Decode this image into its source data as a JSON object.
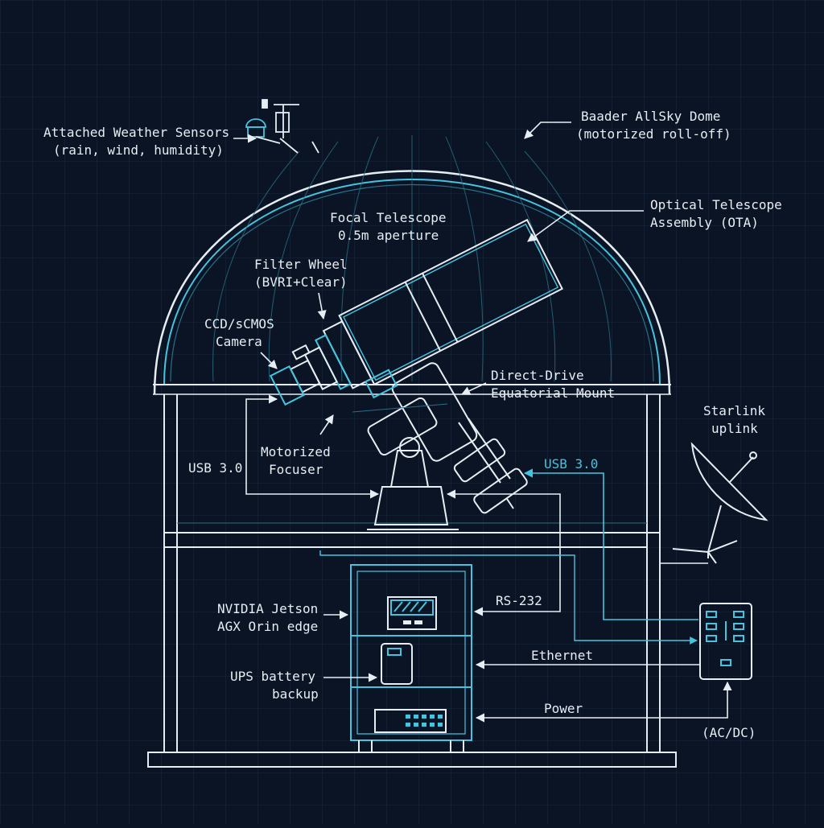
{
  "colors": {
    "background": "#0b1424",
    "grid": "#1a2a3e",
    "line_white": "#e6edf3",
    "line_cyan": "#45c4e0",
    "line_cyan_dim": "#2a6f86"
  },
  "labels": {
    "weather_sensors_1": "Attached Weather Sensors",
    "weather_sensors_2": "(rain, wind, humidity)",
    "dome_1": "Baader AllSky Dome",
    "dome_2": "(motorized roll-off)",
    "ota_1": "Optical Telescope",
    "ota_2": "Assembly (OTA)",
    "telescope_1": "Focal Telescope",
    "telescope_2": "0.5m aperture",
    "filter_1": "Filter Wheel",
    "filter_2": "(BVRI+Clear)",
    "camera_1": "CCD/sCMOS",
    "camera_2": "Camera",
    "mount_1": "Direct-Drive",
    "mount_2": "Equatorial Mount",
    "starlink_1": "Starlink",
    "starlink_2": "uplink",
    "focuser_1": "Motorized",
    "focuser_2": "Focuser",
    "usb_left": "USB 3.0",
    "usb_right": "USB 3.0",
    "jetson_1": "NVIDIA Jetson",
    "jetson_2": "AGX Orin edge",
    "rs232": "RS-232",
    "ups_1": "UPS battery",
    "ups_2": "backup",
    "ethernet": "Ethernet",
    "power": "Power",
    "acdc": "(AC/DC)"
  },
  "icons": {
    "weather": "weather-station-icon",
    "dish": "satellite-dish-icon",
    "controller": "control-panel-icon"
  }
}
